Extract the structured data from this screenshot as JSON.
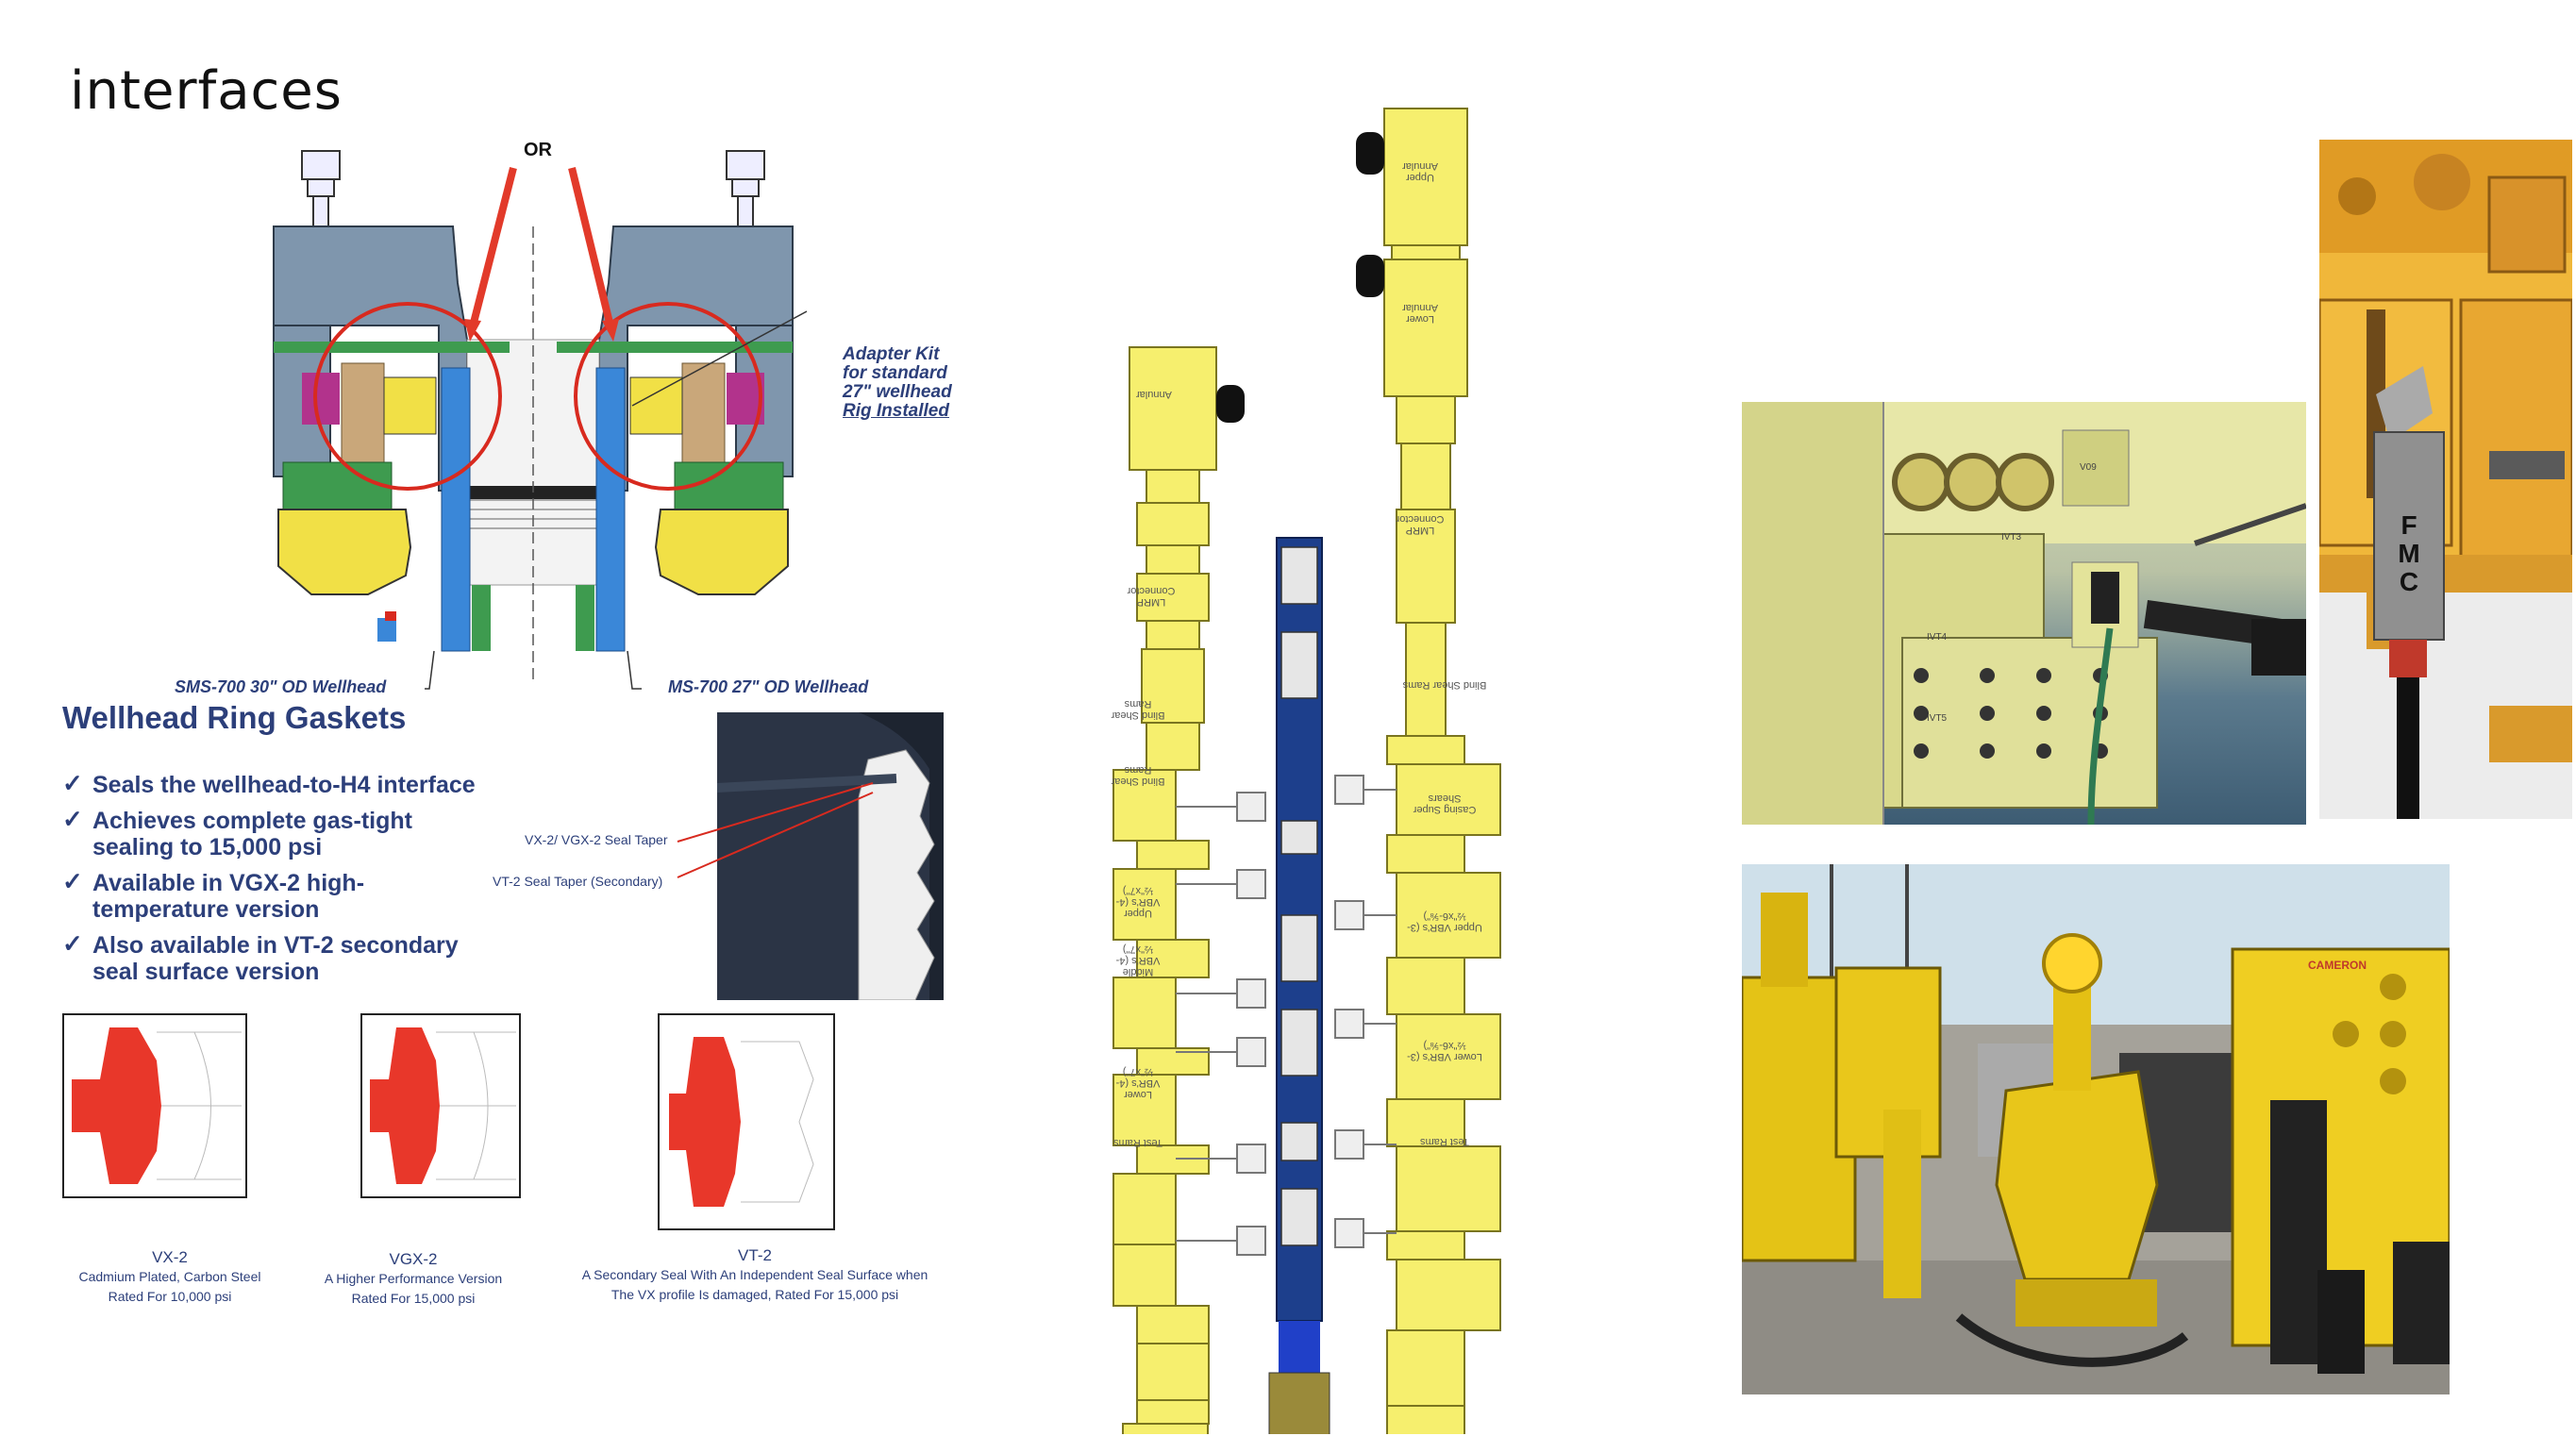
{
  "slide": {
    "title": "interfaces"
  },
  "wellhead_diagram": {
    "or_label": "OR",
    "adapter_kit_label_lines": [
      "Adapter Kit",
      "for standard",
      "27\" wellhead",
      "Rig Installed"
    ],
    "left_caption": "SMS-700 30\" OD Wellhead",
    "right_caption": "MS-700 27\" OD Wellhead",
    "colors": {
      "steel": "#7f96ad",
      "blue": "#3a87d8",
      "yellow": "#f1e046",
      "magenta": "#b2338c",
      "tan": "#c9a77a",
      "green": "#3e9b4f",
      "red": "#d82a1f"
    }
  },
  "ring_gaskets": {
    "heading": "Wellhead Ring Gaskets",
    "bullets": [
      {
        "lines": [
          "Seals the wellhead-to-H4 interface"
        ]
      },
      {
        "lines": [
          "Achieves complete gas-tight",
          "sealing to 15,000 psi"
        ]
      },
      {
        "lines": [
          "Available in VGX-2 high-",
          "temperature version"
        ]
      },
      {
        "lines": [
          "Also available in VT-2 secondary",
          "seal surface version"
        ]
      }
    ],
    "photo_labels": {
      "primary": "VX-2/ VGX-2 Seal Taper",
      "secondary": "VT-2 Seal Taper (Secondary)"
    },
    "types": [
      {
        "name": "VX-2",
        "desc": [
          "Cadmium Plated, Carbon Steel",
          "Rated For 10,000 psi"
        ]
      },
      {
        "name": "VGX-2",
        "desc": [
          "A Higher Performance Version",
          "Rated For 15,000 psi"
        ]
      },
      {
        "name": "VT-2",
        "desc": [
          "A Secondary Seal With An Independent Seal Surface when",
          "The VX profile Is damaged, Rated For 15,000 psi"
        ]
      }
    ]
  },
  "bop_stack": {
    "left_column": [
      "Annular",
      "LMRP Connector",
      "Blind Shear Rams",
      "Blind Shear Rams",
      "Upper VBR's (4-½\"x7\")",
      "Middle VBR's (4-½\"x7\")",
      "Lower VBR's (4-½\"x7\")",
      "Test Rams"
    ],
    "right_column": [
      "Upper Annular",
      "Lower Annular",
      "LMRP Connector",
      "Blind Shear Rams",
      "Casing Super Shears",
      "Upper VBR's (3-½\"x6-⅝\")",
      "Lower VBR's (3-½\"x6-⅝\")",
      "Test Rams"
    ],
    "colors": {
      "yellow": "#f6ef6e",
      "navy": "#1d3f8c",
      "black": "#111111"
    }
  },
  "photos": {
    "subsea_render": {
      "panel_labels": [
        "IVT3",
        "IVT4",
        "V09",
        "IVT5"
      ]
    },
    "connector_closeup": {
      "logo": "FMC"
    },
    "yard_equipment": {
      "brand": "CAMERON"
    }
  }
}
